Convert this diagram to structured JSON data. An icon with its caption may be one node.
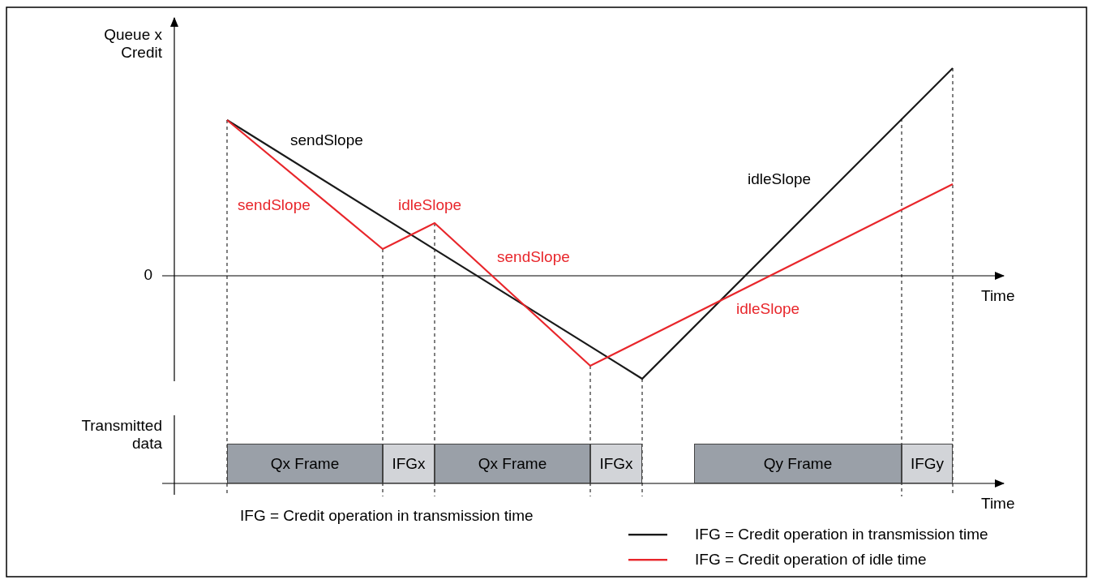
{
  "diagram": {
    "nodes": [
      {
        "text": [
          "Qx Frame"
        ]
      },
      {
        "text": [
          "IFGx"
        ]
      },
      {
        "text": [
          "Qx Frame"
        ]
      },
      {
        "text": [
          "IFGx"
        ]
      },
      {
        "text": [
          "Qy Frame"
        ]
      },
      {
        "text": [
          "IFGy"
        ]
      }
    ],
    "edges": [],
    "labels": [
      "Queue x Credit",
      "0",
      "Time",
      "sendSlope",
      "sendSlope",
      "idleSlope",
      "sendSlope",
      "idleSlope",
      "idleSlope",
      "Transmitted data",
      "Time",
      "IFG = Credit operation in transmission time"
    ],
    "legend": [
      {
        "text": "IFG = Credit operation in transmission time"
      },
      {
        "text": "IFG = Credit operation of idle time"
      }
    ]
  }
}
